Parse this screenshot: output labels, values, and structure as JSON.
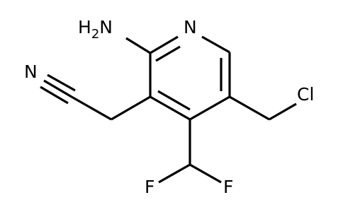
{
  "molecule": {
    "atoms": {
      "amine": {
        "label": "H",
        "subscript": "2",
        "element": "N"
      },
      "ring_nitrogen": "N",
      "nitrile_nitrogen": "N",
      "chlorine": "Cl",
      "fluorine_left": "F",
      "fluorine_right": "F"
    }
  },
  "colors": {
    "bond": "#000000",
    "label": "#000000",
    "background": "#ffffff"
  }
}
